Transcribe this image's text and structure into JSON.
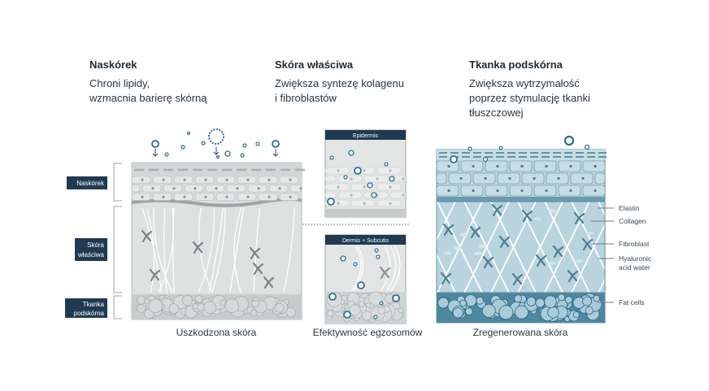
{
  "columns": [
    {
      "title": "Naskórek",
      "lines": [
        "Chroni lipidy,",
        "wzmacnia barierę skórną"
      ],
      "caption": "Uszkodzona skóra"
    },
    {
      "title": "Skóra właściwa",
      "lines": [
        "Zwiększa syntezę kolagenu",
        "i fibroblastów"
      ],
      "caption": "Efektywność egzosomów"
    },
    {
      "title": "Tkanka podskórna",
      "lines": [
        "Zwiększa wytrzymałość",
        "poprzez stymulację tkanki",
        "tłuszczowej"
      ],
      "caption": "Zregenerowana skóra"
    }
  ],
  "layer_labels": [
    {
      "lines": [
        "Naskórek"
      ]
    },
    {
      "lines": [
        "Skóra",
        "właściwa"
      ]
    },
    {
      "lines": [
        "Tkanka",
        "podskórna"
      ]
    }
  ],
  "inset_titles": {
    "top": "Epidermis",
    "bottom": "Dermis + Subcutis"
  },
  "legend": {
    "elastin": "Elastin",
    "collagen": "Collagen",
    "fibroblast": "Fibroblast",
    "hyaluronic": [
      "Hyaluronic",
      "acid water"
    ],
    "fat": "Fat cells"
  },
  "colors": {
    "navy": "#1f3a52",
    "teal": "#2e6f8e",
    "grey": "#d9dcdc",
    "blue": "#bcd6e0"
  }
}
